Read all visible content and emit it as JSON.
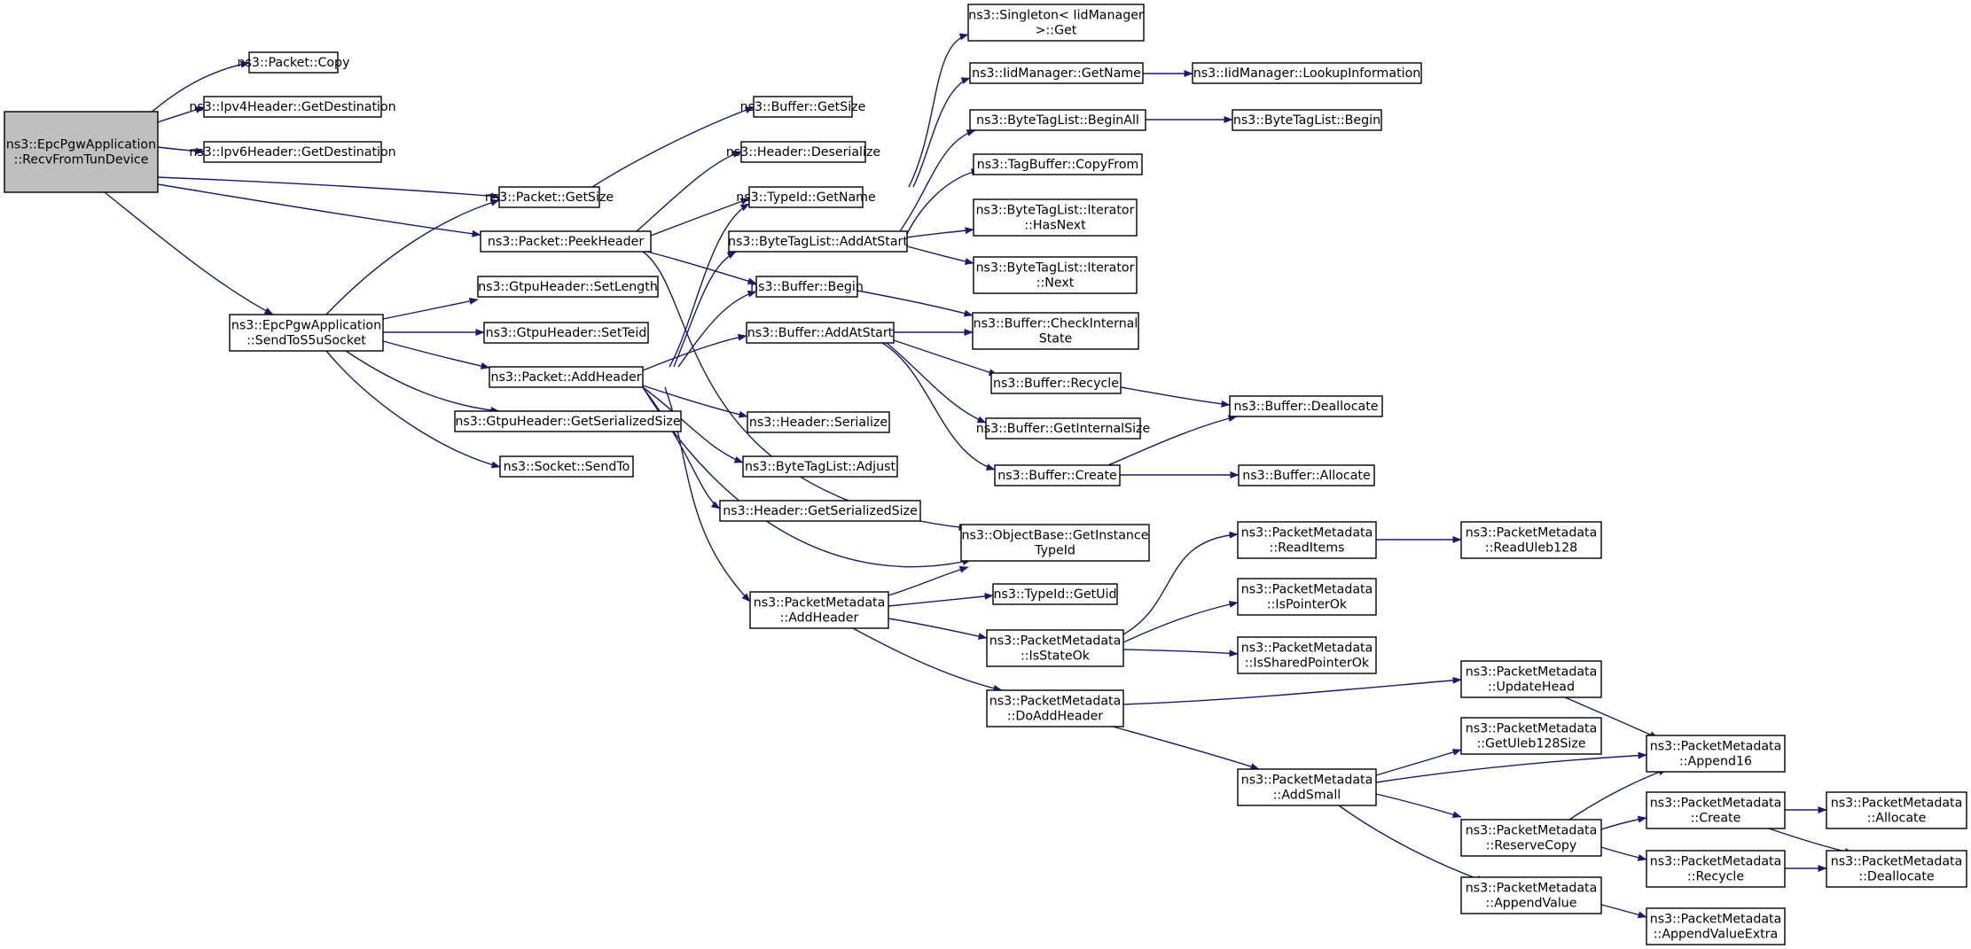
{
  "graph": {
    "type": "call-graph",
    "edge_color": "#191970",
    "root_fill": "#bfbfbf",
    "node_fill": "#ffffff",
    "node_border": "#000000",
    "nodes": [
      {
        "id": "root",
        "lines": [
          "ns3::EpcPgwApplication",
          "::RecvFromTunDevice"
        ],
        "root": true
      },
      {
        "id": "packet_copy",
        "lines": [
          "ns3::Packet::Copy"
        ]
      },
      {
        "id": "ipv4_getdest",
        "lines": [
          "ns3::Ipv4Header::GetDestination"
        ]
      },
      {
        "id": "ipv6_getdest",
        "lines": [
          "ns3::Ipv6Header::GetDestination"
        ]
      },
      {
        "id": "packet_getsize",
        "lines": [
          "ns3::Packet::GetSize"
        ]
      },
      {
        "id": "packet_peekheader",
        "lines": [
          "ns3::Packet::PeekHeader"
        ]
      },
      {
        "id": "sendtos5u",
        "lines": [
          "ns3::EpcPgwApplication",
          "::SendToS5uSocket"
        ]
      },
      {
        "id": "gtpu_setlength",
        "lines": [
          "ns3::GtpuHeader::SetLength"
        ]
      },
      {
        "id": "gtpu_setteid",
        "lines": [
          "ns3::GtpuHeader::SetTeid"
        ]
      },
      {
        "id": "packet_addheader",
        "lines": [
          "ns3::Packet::AddHeader"
        ]
      },
      {
        "id": "gtpu_getserialized",
        "lines": [
          "ns3::GtpuHeader::GetSerializedSize"
        ]
      },
      {
        "id": "socket_sendto",
        "lines": [
          "ns3::Socket::SendTo"
        ]
      },
      {
        "id": "buffer_getsize",
        "lines": [
          "ns3::Buffer::GetSize"
        ]
      },
      {
        "id": "header_deserialize",
        "lines": [
          "ns3::Header::Deserialize"
        ]
      },
      {
        "id": "typeid_getname",
        "lines": [
          "ns3::TypeId::GetName"
        ]
      },
      {
        "id": "bytetaglist_addatstart",
        "lines": [
          "ns3::ByteTagList::AddAtStart"
        ]
      },
      {
        "id": "buffer_begin",
        "lines": [
          "ns3::Buffer::Begin"
        ]
      },
      {
        "id": "buffer_addatstart",
        "lines": [
          "ns3::Buffer::AddAtStart"
        ]
      },
      {
        "id": "header_serialize",
        "lines": [
          "ns3::Header::Serialize"
        ]
      },
      {
        "id": "bytetaglist_adjust",
        "lines": [
          "ns3::ByteTagList::Adjust"
        ]
      },
      {
        "id": "header_getserialized",
        "lines": [
          "ns3::Header::GetSerializedSize"
        ]
      },
      {
        "id": "pm_addheader",
        "lines": [
          "ns3::PacketMetadata",
          "::AddHeader"
        ]
      },
      {
        "id": "singleton_get",
        "lines": [
          "ns3::Singleton< IidManager",
          " >::Get"
        ]
      },
      {
        "id": "iid_getname",
        "lines": [
          "ns3::IidManager::GetName"
        ]
      },
      {
        "id": "bytetaglist_beginall",
        "lines": [
          "ns3::ByteTagList::BeginAll"
        ]
      },
      {
        "id": "tagbuffer_copyfrom",
        "lines": [
          "ns3::TagBuffer::CopyFrom"
        ]
      },
      {
        "id": "btl_iter_hasnext",
        "lines": [
          "ns3::ByteTagList::Iterator",
          "::HasNext"
        ]
      },
      {
        "id": "btl_iter_next",
        "lines": [
          "ns3::ByteTagList::Iterator",
          "::Next"
        ]
      },
      {
        "id": "buffer_checkinternal",
        "lines": [
          "ns3::Buffer::CheckInternal",
          "State"
        ]
      },
      {
        "id": "buffer_recycle",
        "lines": [
          "ns3::Buffer::Recycle"
        ]
      },
      {
        "id": "buffer_getinternalsize",
        "lines": [
          "ns3::Buffer::GetInternalSize"
        ]
      },
      {
        "id": "buffer_create",
        "lines": [
          "ns3::Buffer::Create"
        ]
      },
      {
        "id": "objectbase_getinstance",
        "lines": [
          "ns3::ObjectBase::GetInstance",
          "TypeId"
        ]
      },
      {
        "id": "typeid_getuid",
        "lines": [
          "ns3::TypeId::GetUid"
        ]
      },
      {
        "id": "pm_isstateok",
        "lines": [
          "ns3::PacketMetadata",
          "::IsStateOk"
        ]
      },
      {
        "id": "pm_doaddheader",
        "lines": [
          "ns3::PacketMetadata",
          "::DoAddHeader"
        ]
      },
      {
        "id": "iid_lookupinfo",
        "lines": [
          "ns3::IidManager::LookupInformation"
        ]
      },
      {
        "id": "bytetaglist_begin",
        "lines": [
          "ns3::ByteTagList::Begin"
        ]
      },
      {
        "id": "buffer_deallocate",
        "lines": [
          "ns3::Buffer::Deallocate"
        ]
      },
      {
        "id": "buffer_allocate",
        "lines": [
          "ns3::Buffer::Allocate"
        ]
      },
      {
        "id": "pm_readitems",
        "lines": [
          "ns3::PacketMetadata",
          "::ReadItems"
        ]
      },
      {
        "id": "pm_ispointerok",
        "lines": [
          "ns3::PacketMetadata",
          "::IsPointerOk"
        ]
      },
      {
        "id": "pm_issharedpointerok",
        "lines": [
          "ns3::PacketMetadata",
          "::IsSharedPointerOk"
        ]
      },
      {
        "id": "pm_addsmall",
        "lines": [
          "ns3::PacketMetadata",
          "::AddSmall"
        ]
      },
      {
        "id": "pm_readuleb128",
        "lines": [
          "ns3::PacketMetadata",
          "::ReadUleb128"
        ]
      },
      {
        "id": "pm_updatehead",
        "lines": [
          "ns3::PacketMetadata",
          "::UpdateHead"
        ]
      },
      {
        "id": "pm_getuleb128size",
        "lines": [
          "ns3::PacketMetadata",
          "::GetUleb128Size"
        ]
      },
      {
        "id": "pm_reservecopy",
        "lines": [
          "ns3::PacketMetadata",
          "::ReserveCopy"
        ]
      },
      {
        "id": "pm_appendvalue",
        "lines": [
          "ns3::PacketMetadata",
          "::AppendValue"
        ]
      },
      {
        "id": "pm_append16",
        "lines": [
          "ns3::PacketMetadata",
          "::Append16"
        ]
      },
      {
        "id": "pm_create",
        "lines": [
          "ns3::PacketMetadata",
          "::Create"
        ]
      },
      {
        "id": "pm_recycle",
        "lines": [
          "ns3::PacketMetadata",
          "::Recycle"
        ]
      },
      {
        "id": "pm_appendvalueextra",
        "lines": [
          "ns3::PacketMetadata",
          "::AppendValueExtra"
        ]
      },
      {
        "id": "pm_allocate",
        "lines": [
          "ns3::PacketMetadata",
          "::Allocate"
        ]
      },
      {
        "id": "pm_deallocate",
        "lines": [
          "ns3::PacketMetadata",
          "::Deallocate"
        ]
      }
    ],
    "edges": [
      {
        "from": "root",
        "to": "packet_copy"
      },
      {
        "from": "root",
        "to": "ipv4_getdest"
      },
      {
        "from": "root",
        "to": "ipv6_getdest"
      },
      {
        "from": "root",
        "to": "packet_getsize"
      },
      {
        "from": "root",
        "to": "packet_peekheader"
      },
      {
        "from": "root",
        "to": "sendtos5u"
      },
      {
        "from": "packet_getsize",
        "to": "buffer_getsize"
      },
      {
        "from": "packet_peekheader",
        "to": "header_deserialize"
      },
      {
        "from": "packet_peekheader",
        "to": "typeid_getname"
      },
      {
        "from": "packet_peekheader",
        "to": "buffer_begin"
      },
      {
        "from": "packet_peekheader",
        "to": "objectbase_getinstance"
      },
      {
        "from": "sendtos5u",
        "to": "packet_getsize"
      },
      {
        "from": "sendtos5u",
        "to": "gtpu_setlength"
      },
      {
        "from": "sendtos5u",
        "to": "gtpu_setteid"
      },
      {
        "from": "sendtos5u",
        "to": "packet_addheader"
      },
      {
        "from": "sendtos5u",
        "to": "gtpu_getserialized"
      },
      {
        "from": "sendtos5u",
        "to": "socket_sendto"
      },
      {
        "from": "packet_addheader",
        "to": "typeid_getname"
      },
      {
        "from": "packet_addheader",
        "to": "bytetaglist_addatstart"
      },
      {
        "from": "packet_addheader",
        "to": "buffer_begin"
      },
      {
        "from": "packet_addheader",
        "to": "buffer_addatstart"
      },
      {
        "from": "packet_addheader",
        "to": "header_serialize"
      },
      {
        "from": "packet_addheader",
        "to": "bytetaglist_adjust"
      },
      {
        "from": "packet_addheader",
        "to": "header_getserialized"
      },
      {
        "from": "packet_addheader",
        "to": "objectbase_getinstance"
      },
      {
        "from": "packet_addheader",
        "to": "pm_addheader"
      },
      {
        "from": "typeid_getname",
        "to": "singleton_get"
      },
      {
        "from": "typeid_getname",
        "to": "iid_getname"
      },
      {
        "from": "iid_getname",
        "to": "iid_lookupinfo"
      },
      {
        "from": "bytetaglist_addatstart",
        "to": "bytetaglist_beginall"
      },
      {
        "from": "bytetaglist_addatstart",
        "to": "tagbuffer_copyfrom"
      },
      {
        "from": "bytetaglist_addatstart",
        "to": "btl_iter_hasnext"
      },
      {
        "from": "bytetaglist_addatstart",
        "to": "btl_iter_next"
      },
      {
        "from": "bytetaglist_beginall",
        "to": "bytetaglist_begin"
      },
      {
        "from": "buffer_begin",
        "to": "buffer_checkinternal"
      },
      {
        "from": "buffer_addatstart",
        "to": "buffer_checkinternal"
      },
      {
        "from": "buffer_addatstart",
        "to": "buffer_recycle"
      },
      {
        "from": "buffer_addatstart",
        "to": "buffer_getinternalsize"
      },
      {
        "from": "buffer_addatstart",
        "to": "buffer_create"
      },
      {
        "from": "buffer_recycle",
        "to": "buffer_deallocate"
      },
      {
        "from": "buffer_create",
        "to": "buffer_deallocate"
      },
      {
        "from": "buffer_create",
        "to": "buffer_allocate"
      },
      {
        "from": "pm_addheader",
        "to": "objectbase_getinstance"
      },
      {
        "from": "pm_addheader",
        "to": "typeid_getuid"
      },
      {
        "from": "pm_addheader",
        "to": "pm_isstateok"
      },
      {
        "from": "pm_addheader",
        "to": "pm_doaddheader"
      },
      {
        "from": "pm_isstateok",
        "to": "pm_readitems"
      },
      {
        "from": "pm_isstateok",
        "to": "pm_ispointerok"
      },
      {
        "from": "pm_isstateok",
        "to": "pm_issharedpointerok"
      },
      {
        "from": "pm_readitems",
        "to": "pm_readuleb128"
      },
      {
        "from": "pm_doaddheader",
        "to": "pm_updatehead"
      },
      {
        "from": "pm_doaddheader",
        "to": "pm_addsmall"
      },
      {
        "from": "pm_updatehead",
        "to": "pm_append16"
      },
      {
        "from": "pm_addsmall",
        "to": "pm_getuleb128size"
      },
      {
        "from": "pm_addsmall",
        "to": "pm_append16"
      },
      {
        "from": "pm_addsmall",
        "to": "pm_reservecopy"
      },
      {
        "from": "pm_addsmall",
        "to": "pm_appendvalue"
      },
      {
        "from": "pm_reservecopy",
        "to": "pm_append16"
      },
      {
        "from": "pm_reservecopy",
        "to": "pm_create"
      },
      {
        "from": "pm_reservecopy",
        "to": "pm_recycle"
      },
      {
        "from": "pm_create",
        "to": "pm_allocate"
      },
      {
        "from": "pm_create",
        "to": "pm_deallocate"
      },
      {
        "from": "pm_recycle",
        "to": "pm_deallocate"
      },
      {
        "from": "pm_appendvalue",
        "to": "pm_appendvalueextra"
      }
    ]
  }
}
